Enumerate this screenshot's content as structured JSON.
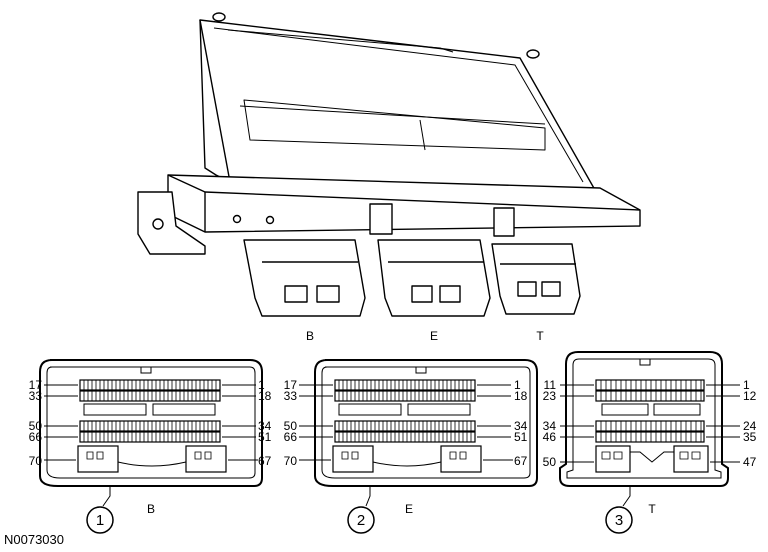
{
  "module_labels": {
    "b": "B",
    "e": "E",
    "t": "T"
  },
  "figure_ref": "N0073030",
  "connectors": [
    {
      "callout": "1",
      "name": "B",
      "pins": {
        "row1_left": "17",
        "row1_right": "1",
        "row2_left": "33",
        "row2_right": "18",
        "row3_left": "50",
        "row3_right": "34",
        "row4_left": "66",
        "row4_right": "51",
        "power_left": "70",
        "power_right": "67"
      }
    },
    {
      "callout": "2",
      "name": "E",
      "pins": {
        "row1_left": "17",
        "row1_right": "1",
        "row2_left": "33",
        "row2_right": "18",
        "row3_left": "50",
        "row3_right": "34",
        "row4_left": "66",
        "row4_right": "51",
        "power_left": "70",
        "power_right": "67"
      }
    },
    {
      "callout": "3",
      "name": "T",
      "pins": {
        "row1_left": "11",
        "row1_right": "1",
        "row2_left": "23",
        "row2_right": "12",
        "row3_left": "34",
        "row3_right": "24",
        "row4_left": "46",
        "row4_right": "35",
        "power_left": "50",
        "power_right": "47"
      }
    }
  ]
}
